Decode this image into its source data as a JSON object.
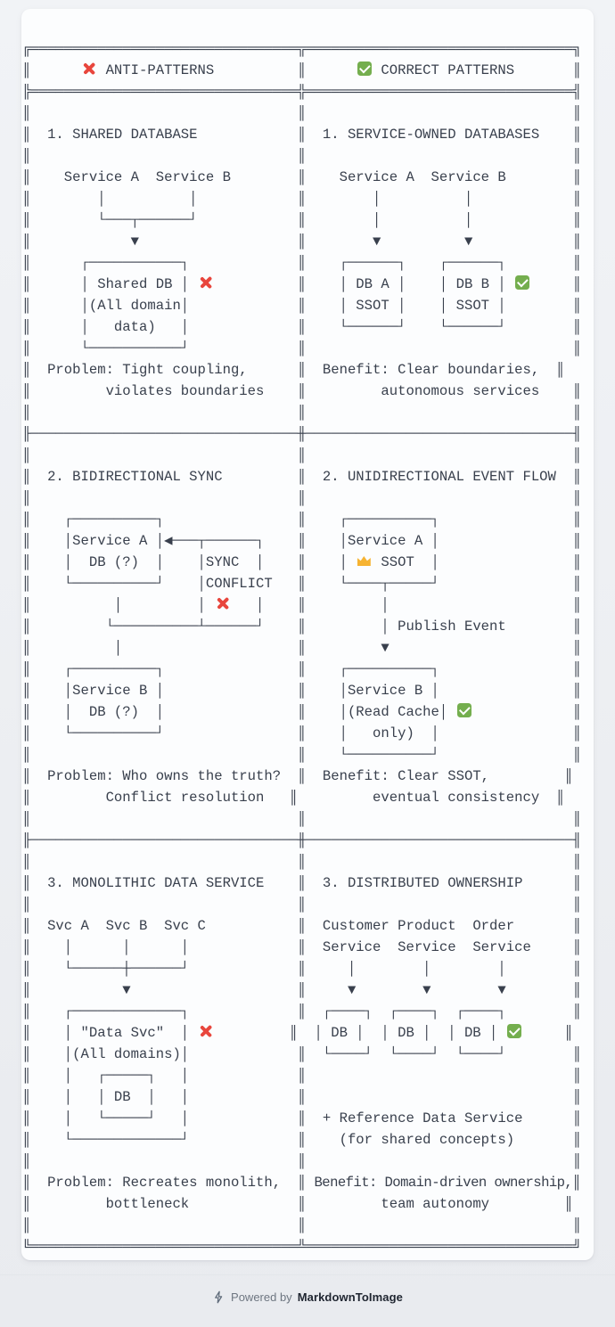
{
  "colors": {
    "cross": "#e8463d",
    "check": "#74ae4e",
    "crown": "#f6b332",
    "text": "#39404d"
  },
  "columns": {
    "left": {
      "header": "❌ ANTI-PATTERNS",
      "sections": [
        {
          "title": "1. SHARED DATABASE",
          "labels": [
            "Service A",
            "Service B",
            "Shared DB",
            "(All domain data)"
          ],
          "note": "Problem: Tight coupling, violates boundaries"
        },
        {
          "title": "2. BIDIRECTIONAL SYNC",
          "labels": [
            "Service A DB (?)",
            "SYNC CONFLICT",
            "Service B DB (?)"
          ],
          "note": "Problem: Who owns the truth? Conflict resolution"
        },
        {
          "title": "3. MONOLITHIC DATA SERVICE",
          "labels": [
            "Svc A",
            "Svc B",
            "Svc C",
            "\"Data Svc\" (All domains)",
            "DB"
          ],
          "note": "Problem: Recreates monolith, bottleneck"
        }
      ]
    },
    "right": {
      "header": "✅ CORRECT PATTERNS",
      "sections": [
        {
          "title": "1. SERVICE-OWNED DATABASES",
          "labels": [
            "Service A",
            "Service B",
            "DB A SSOT",
            "DB B SSOT"
          ],
          "note": "Benefit: Clear boundaries, autonomous services"
        },
        {
          "title": "2. UNIDIRECTIONAL EVENT FLOW",
          "labels": [
            "Service A 👑 SSOT",
            "Publish Event",
            "Service B (Read Cache only)"
          ],
          "note": "Benefit: Clear SSOT, eventual consistency"
        },
        {
          "title": "3. DISTRIBUTED OWNERSHIP",
          "labels": [
            "Customer Service",
            "Product Service",
            "Order Service",
            "DB",
            "+ Reference Data Service (for shared concepts)"
          ],
          "note": "Benefit: Domain-driven ownership, team autonomy"
        }
      ]
    }
  },
  "diagram": {
    "lines": [
      "╔════════════════════════════════╦════════════════════════════════╗",
      "║      ❌ ANTI-PATTERNS          ║      ✅ CORRECT PATTERNS       ║",
      "╠════════════════════════════════╬════════════════════════════════╣",
      "║                                ║                                ║",
      "║  1. SHARED DATABASE            ║  1. SERVICE-OWNED DATABASES    ║",
      "║                                ║                                ║",
      "║    Service A  Service B        ║    Service A  Service B        ║",
      "║        │          │            ║        │          │            ║",
      "║        └───┬──────┘            ║        │          │            ║",
      "║            ▼                   ║        ▼          ▼            ║",
      "║      ┌───────────┐             ║    ┌──────┐    ┌──────┐        ║",
      "║      │ Shared DB │ ❌          ║    │ DB A │    │ DB B │ ✅     ║",
      "║      │(All domain│             ║    │ SSOT │    │ SSOT │        ║",
      "║      │   data)   │             ║    └──────┘    └──────┘        ║",
      "║      └───────────┘             ║                                ║",
      "║  Problem: Tight coupling,      ║  Benefit: Clear boundaries,  ║",
      "║         violates boundaries    ║         autonomous services    ║",
      "║                                ║                                ║",
      "╟────────────────────────────────╫────────────────────────────────╢",
      "║                                ║                                ║",
      "║  2. BIDIRECTIONAL SYNC         ║  2. UNIDIRECTIONAL EVENT FLOW  ║",
      "║                                ║                                ║",
      "║    ┌──────────┐                ║    ┌──────────┐                ║",
      "║    │Service A │◀───┬──────┐    ║    │Service A │                ║",
      "║    │  DB (?)  │    │SYNC  │    ║    │ 👑 SSOT  │                ║",
      "║    └──────────┘    │CONFLICT   ║    └────┬─────┘                ║",
      "║          │         │ ❌   │    ║         │                      ║",
      "║         └──────────┴──────┘    ║         │ Publish Event        ║",
      "║          │                     ║         ▼                      ║",
      "║    ┌──────────┐                ║    ┌──────────┐                ║",
      "║    │Service B │                ║    │Service B │                ║",
      "║    │  DB (?)  │                ║    │(Read Cache│ ✅            ║",
      "║    └──────────┘                ║    │   only)  │                ║",
      "║                                ║    └──────────┘                ║",
      "║  Problem: Who owns the truth?  ║  Benefit: Clear SSOT,         ║",
      "║         Conflict resolution   ║         eventual consistency  ║",
      "║                                ║                                ║",
      "╟────────────────────────────────╫────────────────────────────────╢",
      "║                                ║                                ║",
      "║  3. MONOLITHIC DATA SERVICE    ║  3. DISTRIBUTED OWNERSHIP      ║",
      "║                                ║                                ║",
      "║  Svc A  Svc B  Svc C           ║  Customer Product  Order       ║",
      "║    │      │      │             ║  Service  Service  Service     ║",
      "║    └──────┼──────┘             ║     │        │        │        ║",
      "║           ▼                    ║     ▼        ▼        ▼        ║",
      "║    ┌─────────────┐             ║  ┌────┐  ┌────┐  ┌────┐        ║",
      "║    │ \"Data Svc\"  │ ❌         ║  │ DB │  │ DB │  │ DB │ ✅     ║",
      "║    │(All domains)│             ║  └────┘  └────┘  └────┘        ║",
      "║    │   ┌─────┐   │             ║                                ║",
      "║    │   │ DB  │   │             ║                                ║",
      "║    │   └─────┘   │             ║  + Reference Data Service      ║",
      "║    └─────────────┘             ║    (for shared concepts)       ║",
      "║                                ║                                ║",
      "║  Problem: Recreates monolith,  ║ Benefit: Domain-driven ownership,║",
      "║         bottleneck             ║         team autonomy         ║",
      "║                                ║                                ║",
      "╚════════════════════════════════╩════════════════════════════════╝"
    ],
    "squeezed_text": "Benefit: Domain-driven ownership,"
  },
  "footer": {
    "powered_by": "Powered by",
    "brand": "MarkdownToImage"
  }
}
